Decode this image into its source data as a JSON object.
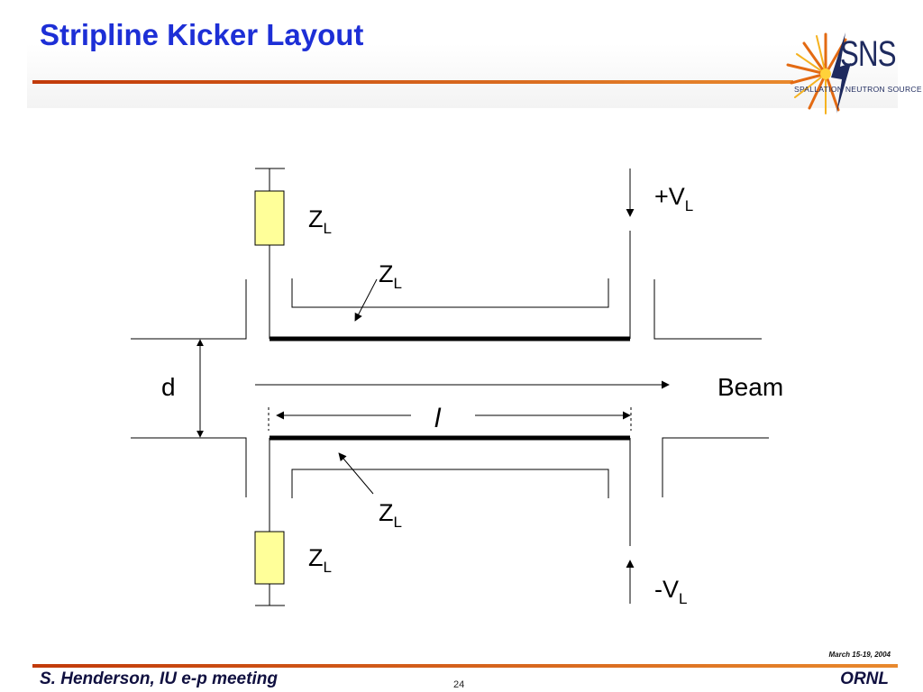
{
  "slide": {
    "title": "Stripline Kicker Layout"
  },
  "logo": {
    "letters": "SNS",
    "subtitle": "SPALLATION NEUTRON SOURCE"
  },
  "diagram": {
    "labels": {
      "zl_symbol": "Z",
      "zl_subscript": "L",
      "v_positive_prefix": "+V",
      "v_negative_prefix": "-V",
      "v_subscript": "L",
      "gap": "d",
      "beam": "Beam",
      "length": "l"
    }
  },
  "footer": {
    "author": "S. Henderson, IU e-p meeting",
    "page": "24",
    "org": "ORNL",
    "date": "March 15-19, 2004"
  },
  "colors": {
    "title": "#1d2fd6",
    "rule_start": "#c13a0a",
    "rule_end": "#e8892d",
    "resistor_fill": "#ffff99",
    "logo_text": "#1e2a5e"
  }
}
